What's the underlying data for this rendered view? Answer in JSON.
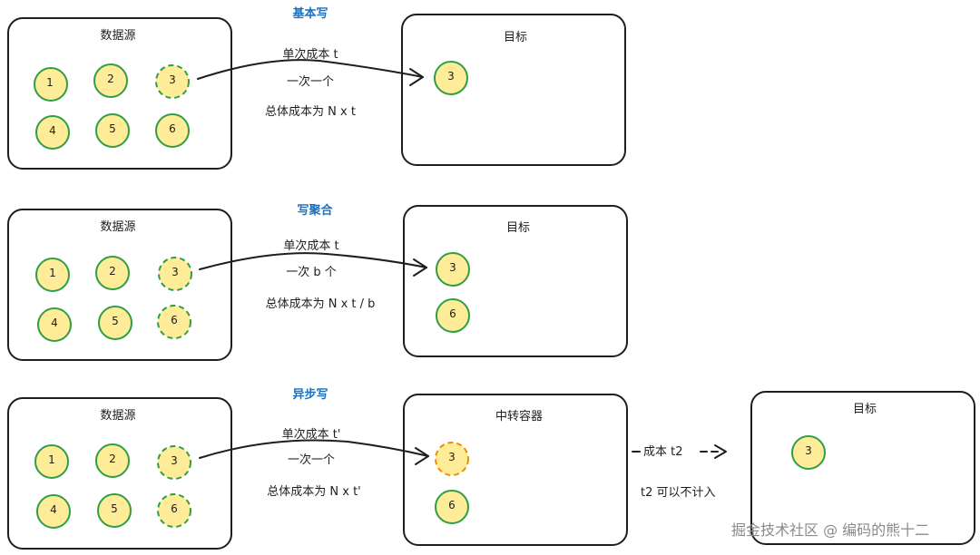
{
  "colors": {
    "stroke": "#1e1e1e",
    "node_fill": "#ffec99",
    "node_stroke": "#2f9e44",
    "active_fill": "#ffec99",
    "active_stroke": "#f08c00",
    "heading": "#1971c2",
    "watermark": "#8a8a8a"
  },
  "sections": [
    {
      "heading": "基本写",
      "source": {
        "title": "数据源",
        "nodes": [
          "1",
          "2",
          "3",
          "4",
          "5",
          "6"
        ]
      },
      "annotation": [
        "单次成本 t",
        "一次一个",
        "总体成本为 N x t"
      ],
      "target": {
        "title": "目标",
        "nodes": [
          "3"
        ]
      }
    },
    {
      "heading": "写聚合",
      "source": {
        "title": "数据源",
        "nodes": [
          "1",
          "2",
          "3",
          "4",
          "5",
          "6"
        ]
      },
      "annotation": [
        "单次成本 t",
        "一次 b 个",
        "总体成本为 N x t / b"
      ],
      "target": {
        "title": "目标",
        "nodes": [
          "3",
          "6"
        ]
      }
    },
    {
      "heading": "异步写",
      "source": {
        "title": "数据源",
        "nodes": [
          "1",
          "2",
          "3",
          "4",
          "5",
          "6"
        ]
      },
      "annotation": [
        "单次成本 t'",
        "一次一个",
        "总体成本为 N x t'"
      ],
      "relay": {
        "title": "中转容器",
        "nodes": [
          "3",
          "6"
        ]
      },
      "relay_annotation": [
        "成本 t2",
        "t2 可以不计入"
      ],
      "target": {
        "title": "目标",
        "nodes": [
          "3"
        ]
      }
    }
  ],
  "watermark": "掘金技术社区 @ 编码的熊十二"
}
